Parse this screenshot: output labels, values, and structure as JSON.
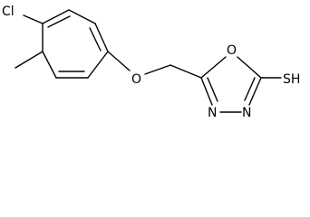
{
  "molecule": {
    "atoms": {
      "cl": "Cl",
      "o_ether": "O",
      "o_ring": "O",
      "n1": "N",
      "n2": "N",
      "sh": "SH"
    },
    "colors": {
      "bond": "#000000",
      "text": "#000000",
      "background": "#ffffff"
    }
  }
}
